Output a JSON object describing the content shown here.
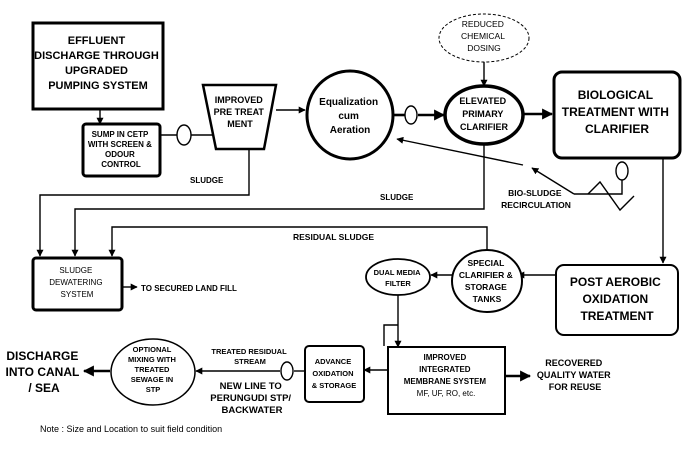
{
  "boxes": {
    "effluent": [
      "EFFLUENT",
      "DISCHARGE THROUGH",
      "UPGRADED",
      "PUMPING SYSTEM"
    ],
    "sump": [
      "SUMP IN CETP",
      "WITH SCREEN &",
      "ODOUR",
      "CONTROL"
    ],
    "pretreatment": [
      "IMPROVED",
      "PRE TREAT",
      "MENT"
    ],
    "equalization": [
      "Equalization",
      "cum",
      "Aeration"
    ],
    "primary_clarifier": [
      "ELEVATED",
      "PRIMARY",
      "CLARIFIER"
    ],
    "reduced_chemical": [
      "REDUCED",
      "CHEMICAL",
      "DOSING"
    ],
    "biological": [
      "BIOLOGICAL",
      "TREATMENT WITH",
      "CLARIFIER"
    ],
    "post_aerobic": [
      "POST AEROBIC",
      "OXIDATION",
      "TREATMENT"
    ],
    "special_clarifier": [
      "SPECIAL",
      "CLARIFIER &",
      "STORAGE",
      "TANKS"
    ],
    "dual_media": [
      "DUAL MEDIA",
      "FILTER"
    ],
    "membrane": [
      "IMPROVED",
      "INTEGRATED",
      "MEMBRANE SYSTEM",
      "MF, UF, RO, etc."
    ],
    "advance_oxidation": [
      "ADVANCE",
      "OXIDATION",
      "& STORAGE"
    ],
    "optional_mixing": [
      "OPTIONAL",
      "MIXING WITH",
      "TREATED",
      "SEWAGE IN",
      "STP"
    ],
    "sludge_dewatering": [
      "SLUDGE",
      "DEWATERING",
      "SYSTEM"
    ]
  },
  "labels": {
    "sludge_1": "SLUDGE",
    "sludge_2": "SLUDGE",
    "bio_sludge": [
      "BIO-SLUDGE",
      "RECIRCULATION"
    ],
    "residual_sludge": "RESIDUAL SLUDGE",
    "secured_landfill": "TO SECURED LAND FILL",
    "recovered_water": [
      "RECOVERED",
      "QUALITY WATER",
      "FOR REUSE"
    ],
    "treated_residual": [
      "TREATED  RESIDUAL",
      "STREAM"
    ],
    "new_line": [
      "NEW LINE TO",
      "PERUNGUDI STP/",
      "BACKWATER"
    ],
    "discharge": [
      "DISCHARGE",
      "INTO CANAL",
      "/ SEA"
    ],
    "note": "Note : Size and Location to suit field condition"
  }
}
